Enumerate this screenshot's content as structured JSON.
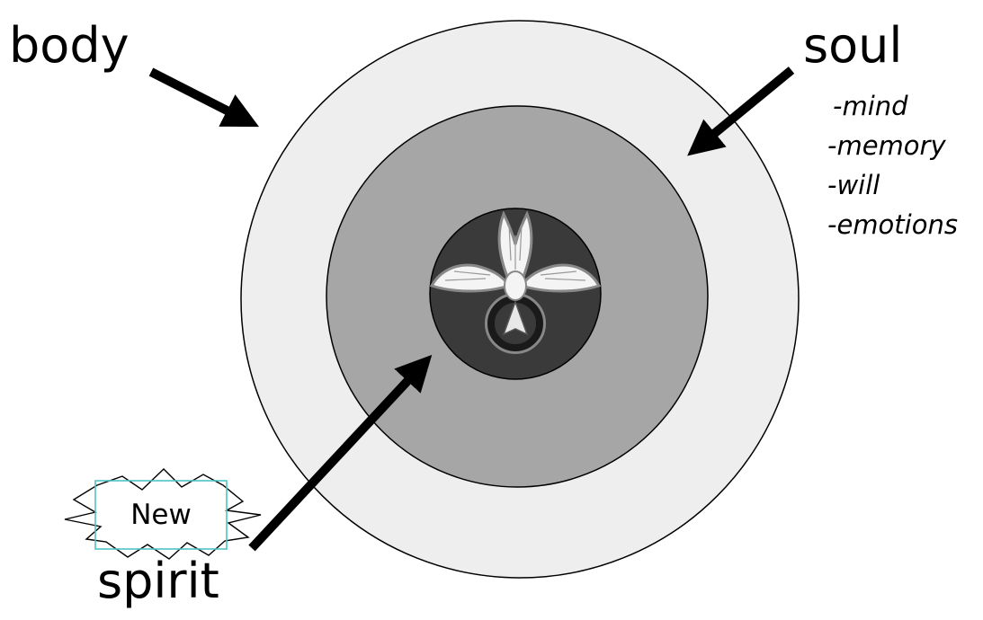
{
  "labels": {
    "body": "body",
    "soul": "soul",
    "spirit": "spirit",
    "new": "New"
  },
  "soul_aspects": [
    "-mind",
    "-memory",
    "-will",
    "-emotions"
  ],
  "colors": {
    "body_circle": "#eeeeee",
    "soul_circle": "#a6a6a6",
    "spirit_circle": "#3a3a3a",
    "arrows": "#000000",
    "new_box_border": "#4fc3c3"
  },
  "center_icon": "dove-icon"
}
